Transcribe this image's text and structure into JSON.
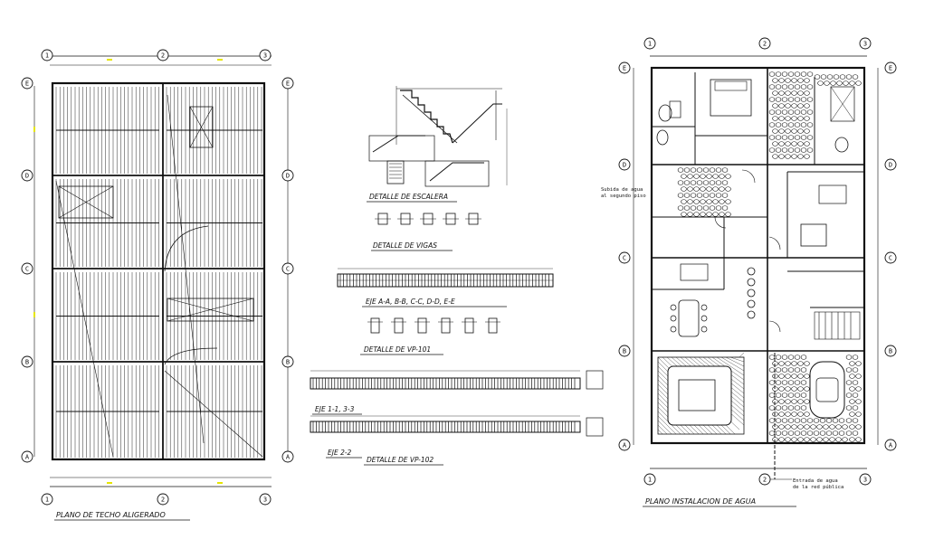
{
  "roof_plan": {
    "title": "PLANO DE TECHO ALIGERADO",
    "col_axes": [
      "1",
      "2",
      "3"
    ],
    "row_axes": [
      "E",
      "D",
      "C",
      "B",
      "A"
    ]
  },
  "details": {
    "stairs_title": "DETALLE DE ESCALERA",
    "beams_title": "DETALLE DE VIGAS",
    "axis_beam_label": "EJE A-A, B-B, C-C, D-D, E-E",
    "vp101_title": "DETALLE DE VP-101",
    "axis_11_33_label": "EJE 1-1, 3-3",
    "axis_22_label": "EJE 2-2",
    "vp102_title": "DETALLE DE VP-102"
  },
  "water_plan": {
    "title": "PLANO INSTALACION DE AGUA",
    "col_axes": [
      "1",
      "2",
      "3"
    ],
    "row_axes": [
      "E",
      "D",
      "C",
      "B",
      "A"
    ],
    "note_upper": [
      "Subida de agua",
      "al segundo piso"
    ],
    "note_entry": [
      "Entrada de agua",
      "de la red pública"
    ]
  },
  "colors": {
    "ink": "#111111",
    "accent_yellow": "#e6e600",
    "background": "#ffffff"
  }
}
